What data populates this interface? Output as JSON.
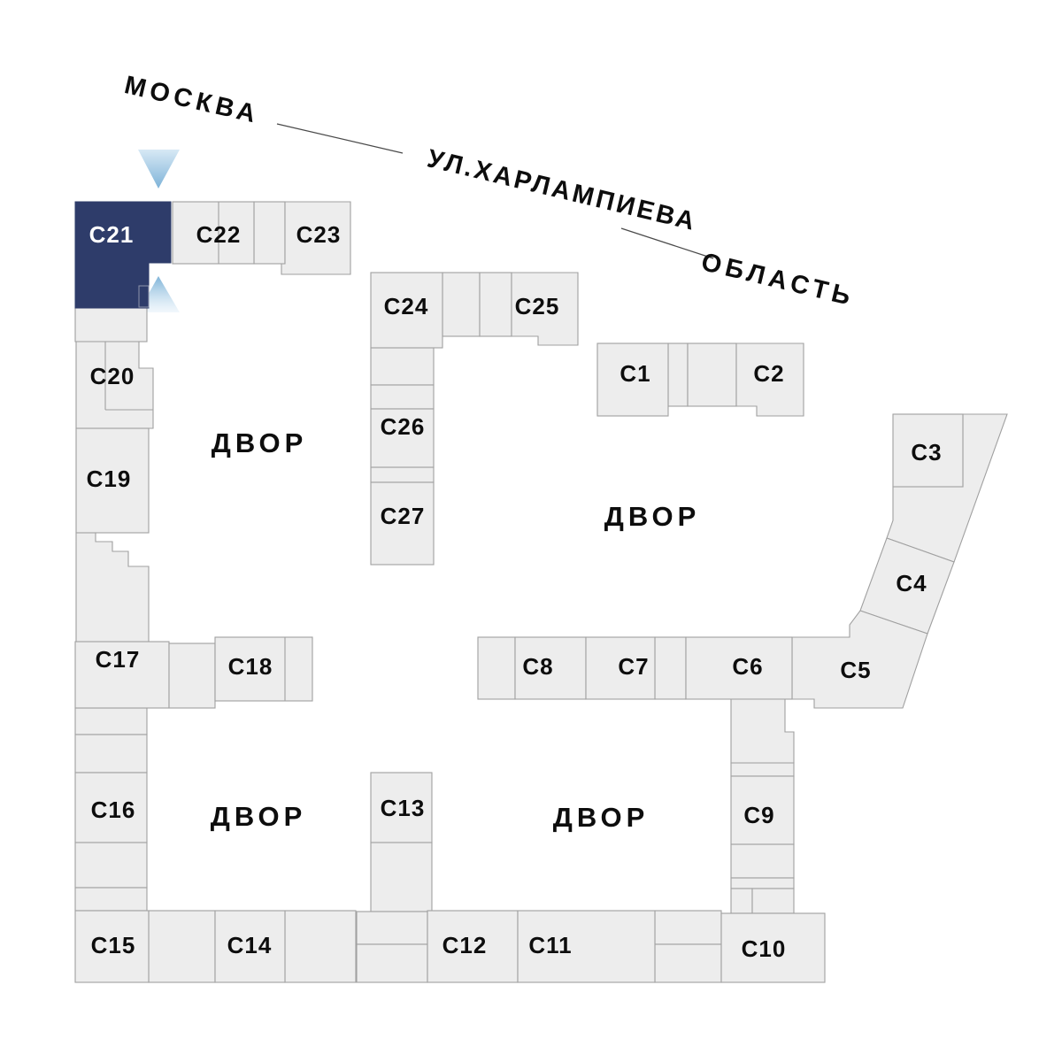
{
  "selected_building": "C21",
  "directions": {
    "moscow": "МОСКВА",
    "street": "УЛ.ХАРЛАМПИЕВА",
    "region": "ОБЛАСТЬ"
  },
  "courtyards": [
    {
      "label": "ДВОР"
    },
    {
      "label": "ДВОР"
    },
    {
      "label": "ДВОР"
    },
    {
      "label": "ДВОР"
    }
  ],
  "buildings": {
    "c1": {
      "label": "C1"
    },
    "c2": {
      "label": "C2"
    },
    "c3": {
      "label": "C3"
    },
    "c4": {
      "label": "C4"
    },
    "c5": {
      "label": "C5"
    },
    "c6": {
      "label": "C6"
    },
    "c7": {
      "label": "C7"
    },
    "c8": {
      "label": "C8"
    },
    "c9": {
      "label": "C9"
    },
    "c10": {
      "label": "C10"
    },
    "c11": {
      "label": "C11"
    },
    "c12": {
      "label": "C12"
    },
    "c13": {
      "label": "C13"
    },
    "c14": {
      "label": "C14"
    },
    "c15": {
      "label": "C15"
    },
    "c16": {
      "label": "C16"
    },
    "c17": {
      "label": "C17"
    },
    "c18": {
      "label": "C18"
    },
    "c19": {
      "label": "C19"
    },
    "c20": {
      "label": "C20"
    },
    "c21": {
      "label": "C21",
      "highlighted": true
    },
    "c22": {
      "label": "C22"
    },
    "c23": {
      "label": "C23"
    },
    "c24": {
      "label": "C24"
    },
    "c25": {
      "label": "C25"
    },
    "c26": {
      "label": "C26"
    },
    "c27": {
      "label": "C27"
    }
  },
  "icons": {
    "entry_arrow_top": "triangle-down-arrow",
    "entry_arrow_inner": "triangle-up-arrow"
  },
  "colors": {
    "background": "#ffffff",
    "building_fill": "#ededed",
    "building_border": "#a0a0a0",
    "highlight_fill": "#2e3c6a",
    "highlight_text": "#ffffff",
    "label_text": "#0d0d0d",
    "street_line": "#4a4a4a",
    "arrow_light": "#cfe5f3",
    "arrow_dark": "#7eb3d8"
  }
}
